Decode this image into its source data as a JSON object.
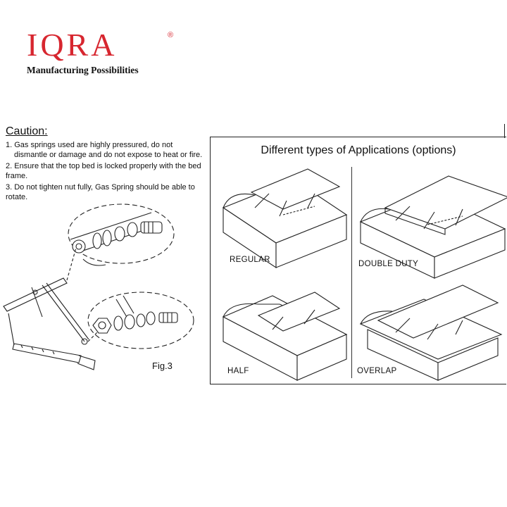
{
  "brand": {
    "name": "IQRA",
    "registered": "®",
    "tagline": "Manufacturing Possibilities",
    "color": "#d7262f"
  },
  "caution": {
    "title": "Caution:",
    "items": [
      "1. Gas springs used are highly pressured, do not",
      "dismantle or damage and do not expose to heat or fire.",
      "2. Ensure that the top bed is locked properly with the bed frame.",
      "3. Do not tighten nut fully, Gas Spring should be able to rotate."
    ]
  },
  "figure": {
    "label": "Fig.3"
  },
  "applications": {
    "title": "Different types of Applications (options)",
    "types": [
      "REGULAR",
      "DOUBLE DUTY",
      "HALF",
      "OVERLAP"
    ]
  }
}
